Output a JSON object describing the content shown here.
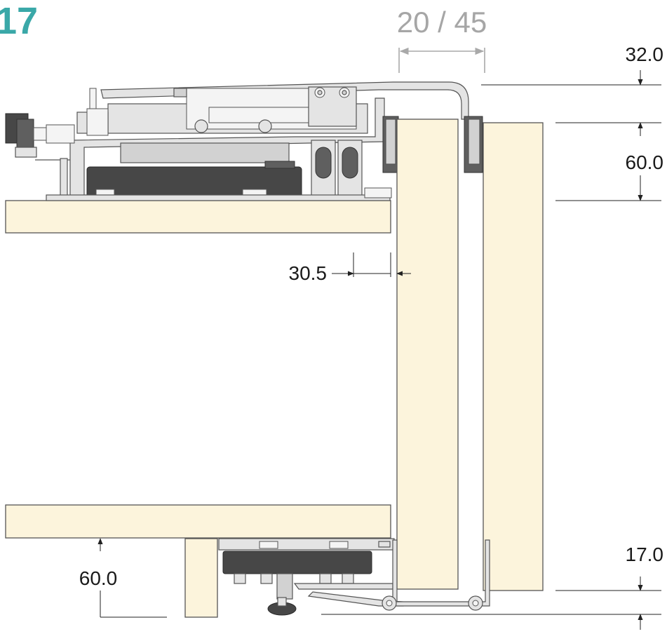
{
  "figure_number": "17",
  "gap_label": "20 / 45",
  "dimensions": {
    "top_overlap": "32.0",
    "top_rail_height": "60.0",
    "door_setback": "30.5",
    "bottom_rail_height": "60.0",
    "bottom_clearance": "17.0"
  },
  "colors": {
    "figure_number": "#3aa8a8",
    "gap_label": "#a6a6a6",
    "panel": "#fcf4dc",
    "mechanism_dark": "#5f5f5f"
  }
}
